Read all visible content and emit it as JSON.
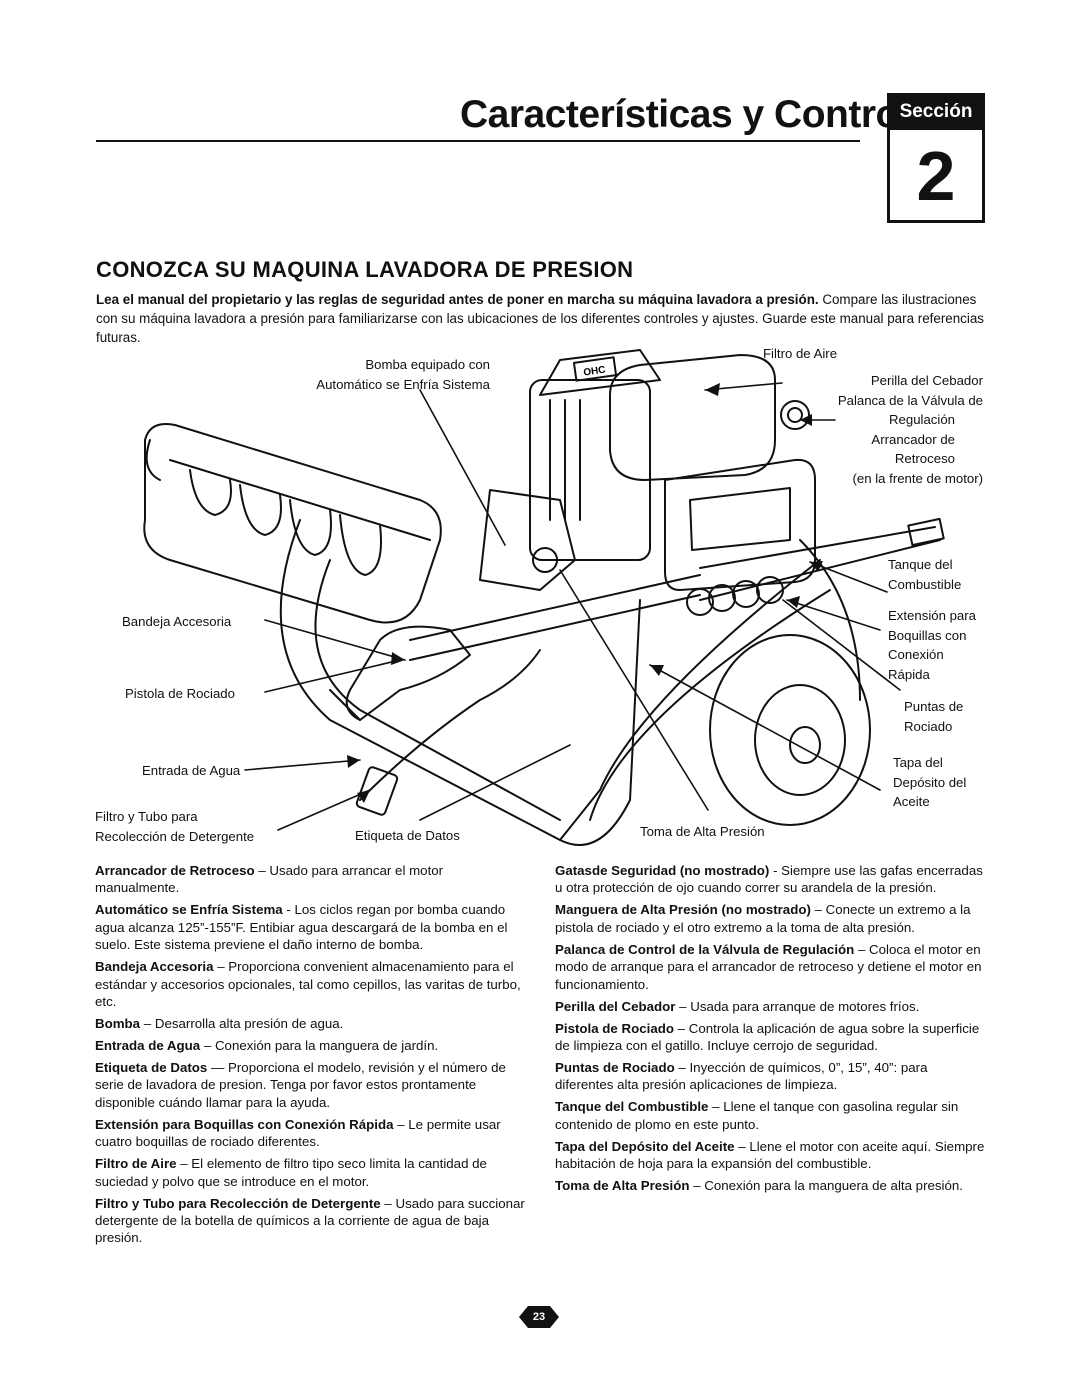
{
  "header": {
    "title": "Características y Controles",
    "section_label": "Sección",
    "section_number": "2"
  },
  "heading": "CONOZCA SU MAQUINA LAVADORA DE PRESION",
  "intro": {
    "bold": "Lea el manual del propietario y las reglas de seguridad antes de poner en marcha su máquina lavadora a presión.",
    "text": " Compare las ilustraciones con su máquina lavadora a presión para familiarizarse con las ubicaciones de los diferentes controles y ajustes. Guarde este manual para referencias futuras."
  },
  "diagram_labels": {
    "bomba": [
      "Bomba equipado con",
      "Automático se Enfría Sistema"
    ],
    "filtro_aire": "Filtro de Aire",
    "cebador": [
      "Perilla del Cebador",
      "Palanca de la Válvula de",
      "Regulación",
      "Arrancador de",
      "Retroceso",
      "(en la frente de motor)"
    ],
    "tanque": [
      "Tanque del",
      "Combustible"
    ],
    "extension": [
      "Extensión para",
      "Boquillas con",
      "Conexión",
      "Rápida"
    ],
    "puntas": [
      "Puntas de",
      "Rociado"
    ],
    "tapa": [
      "Tapa del",
      "Depósito del",
      "Aceite"
    ],
    "bandeja": "Bandeja Accesoria",
    "pistola": "Pistola de Rociado",
    "entrada": "Entrada de Agua",
    "filtro_tubo": [
      "Filtro y Tubo para",
      "Recolección de Detergente"
    ],
    "etiqueta": "Etiqueta de Datos",
    "toma": "Toma de Alta Presión",
    "engine_brand": "OHC"
  },
  "left_column": [
    {
      "term": "Arrancador de Retroceso",
      "desc": " – Usado para arrancar el motor manualmente."
    },
    {
      "term": "Automático se Enfría Sistema",
      "desc": " - Los ciclos regan por bomba cuando agua alcanza 125”-155”F. Entibiar agua descargará de la bomba en el suelo. Este sistema previene el daño interno de bomba."
    },
    {
      "term": "Bandeja Accesoria",
      "desc": " – Proporciona convenient almacenamiento para el estándar y accesorios opcionales, tal como cepillos, las varitas de turbo, etc."
    },
    {
      "term": "Bomba",
      "desc": " – Desarrolla alta presión de agua."
    },
    {
      "term": "Entrada de Agua",
      "desc": " – Conexión para la manguera de jardín."
    },
    {
      "term": "Etiqueta de Datos",
      "desc": " — Proporciona el modelo, revisión y el número de serie de lavadora de presion. Tenga por favor estos prontamente disponible cuándo llamar para la ayuda."
    },
    {
      "term": "Extensión para Boquillas con Conexión Rápida",
      "desc": " – Le permite usar cuatro boquillas de rociado diferentes."
    },
    {
      "term": "Filtro de Aire",
      "desc": " – El elemento de filtro tipo seco limita la cantidad de suciedad y polvo que se introduce en el motor."
    },
    {
      "term": "Filtro y Tubo para Recolección de Detergente",
      "desc": " – Usado para succionar detergente de la botella de químicos a la corriente de agua de baja presión."
    }
  ],
  "right_column": [
    {
      "term": "Gatasde Seguridad (no mostrado)",
      "desc": " - Siempre use las gafas encerradas u otra protección de ojo cuando correr su arandela de la presión."
    },
    {
      "term": "Manguera de Alta Presión (no mostrado)",
      "desc": " – Conecte un extremo a la pistola de rociado y el otro extremo a la toma de alta presión."
    },
    {
      "term": "Palanca de Control de la Válvula de Regulación",
      "desc": " – Coloca el motor en modo de arranque para el arrancador de retroceso y detiene el motor en funcionamiento."
    },
    {
      "term": "Perilla del Cebador",
      "desc": " – Usada para arranque de motores fríos."
    },
    {
      "term": "Pistola de Rociado",
      "desc": " – Controla la aplicación de agua sobre la superficie de limpieza con el gatillo. Incluye cerrojo de seguridad."
    },
    {
      "term": "Puntas de Rociado",
      "desc": " – Inyección de químicos, 0”, 15”, 40”: para diferentes alta presión aplicaciones de limpieza."
    },
    {
      "term": "Tanque del Combustible",
      "desc": " – Llene el tanque con gasolina regular sin contenido de plomo en este punto."
    },
    {
      "term": "Tapa del Depósito del Aceite",
      "desc": " – Llene el motor con aceite aquí. Siempre habitación de hoja para la expansión del combustible."
    },
    {
      "term": "Toma de Alta Presión",
      "desc": " – Conexión para la manguera de alta presión."
    }
  ],
  "page_number": "23"
}
